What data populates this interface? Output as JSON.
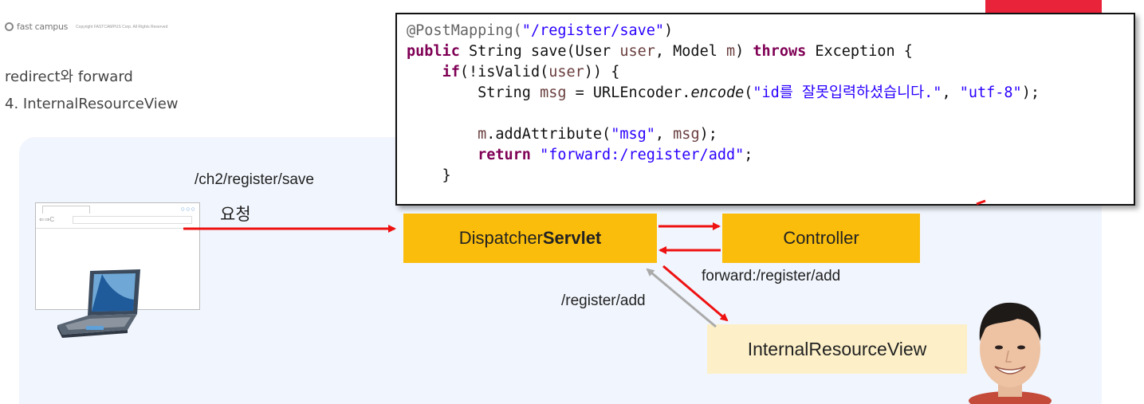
{
  "header": {
    "logo_text": "fast campus",
    "copyright": "Copyright FASTCAMPUS Corp. All Rights Reserved",
    "subtitle_line1": "redirect와 forward",
    "subtitle_line2": "4. InternalResourceView"
  },
  "code": {
    "line1_annotation": "@PostMapping(",
    "line1_string": "\"/register/save\"",
    "line1_close": ")",
    "line2_kw1": "public",
    "line2_mid": " String save(User ",
    "line2_var1": "user",
    "line2_mid2": ", Model ",
    "line2_var2": "m",
    "line2_mid3": ") ",
    "line2_kw2": "throws",
    "line2_end": " Exception {",
    "line3_indent": "    ",
    "line3_kw": "if",
    "line3_rest_a": "(!isValid(",
    "line3_var": "user",
    "line3_rest_b": ")) {",
    "line4_a": "        String ",
    "line4_var": "msg",
    "line4_b": " = URLEncoder.",
    "line4_method": "encode",
    "line4_c": "(",
    "line4_str1": "\"id를 잘못입력하셨습니다.\"",
    "line4_d": ", ",
    "line4_str2": "\"utf-8\"",
    "line4_e": ");",
    "line6_a": "        ",
    "line6_var": "m",
    "line6_b": ".addAttribute(",
    "line6_str": "\"msg\"",
    "line6_c": ", ",
    "line6_var2": "msg",
    "line6_d": ");",
    "line7_a": "        ",
    "line7_kw": "return",
    "line7_b": " ",
    "line7_str": "\"forward:/register/add\"",
    "line7_c": ";",
    "line8": "    }"
  },
  "diagram": {
    "request_url": "/ch2/register/save",
    "request_label": "요청",
    "dispatcher_prefix": "Dispatcher",
    "dispatcher_bold": "Servlet",
    "controller": "Controller",
    "forward_label": "forward:/register/add",
    "register_add_label": "/register/add",
    "internal_resource_view": "InternalResourceView"
  },
  "colors": {
    "accent_red": "#e8233a",
    "box_yellow": "#fbbd0b",
    "box_light_yellow": "#fdf0c8",
    "panel_bg": "#f1f5fd",
    "arrow_red": "#ee1111",
    "arrow_gray": "#aaaaaa"
  }
}
